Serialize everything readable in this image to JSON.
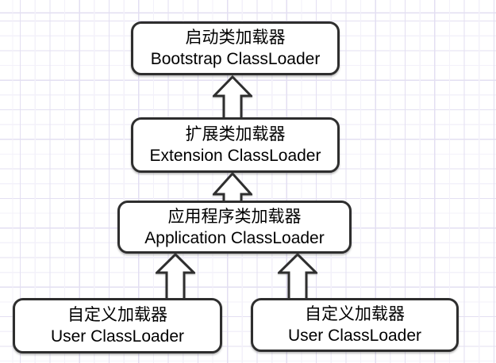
{
  "diagram": {
    "nodes": [
      {
        "id": "bootstrap",
        "zh": "启动类加载器",
        "en": "Bootstrap ClassLoader"
      },
      {
        "id": "extension",
        "zh": "扩展类加载器",
        "en": "Extension ClassLoader"
      },
      {
        "id": "application",
        "zh": "应用程序类加载器",
        "en": "Application ClassLoader"
      },
      {
        "id": "user_left",
        "zh": "自定义加载器",
        "en": "User ClassLoader"
      },
      {
        "id": "user_right",
        "zh": "自定义加载器",
        "en": "User ClassLoader"
      }
    ],
    "edges": [
      {
        "from": "extension",
        "to": "bootstrap",
        "style": "block-arrow-up"
      },
      {
        "from": "application",
        "to": "extension",
        "style": "block-arrow-up"
      },
      {
        "from": "user_left",
        "to": "application",
        "style": "block-arrow-up"
      },
      {
        "from": "user_right",
        "to": "application",
        "style": "block-arrow-up"
      }
    ]
  },
  "colors": {
    "background": "#ffffff",
    "grid_major": "#e3dff2",
    "grid_minor": "#f3f1fa",
    "node_fill": "#ffffff",
    "node_border": "#2e2e2e",
    "text": "#000000"
  }
}
